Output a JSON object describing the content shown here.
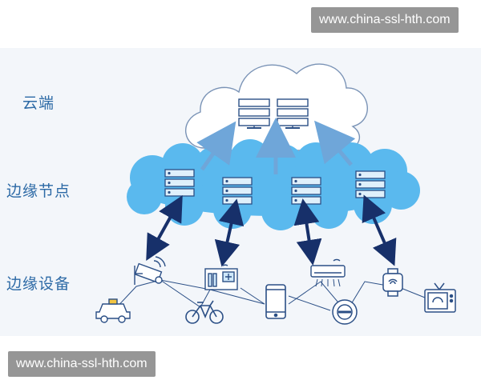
{
  "watermark": {
    "text": "www.china-ssl-hth.com"
  },
  "layers": [
    {
      "label": "云端"
    },
    {
      "label": "边缘节点"
    },
    {
      "label": "边缘设备"
    }
  ],
  "colors": {
    "cloud_top_stroke": "#7a93b6",
    "edge_cloud_fill": "#5ab9ee",
    "server_stroke": "#2b4f86",
    "arrow_up": "#6fa6d9",
    "arrow_dark": "#17306a",
    "device_stroke": "#2b4f86",
    "label_color": "#2d6aa6"
  },
  "icons": {
    "top_servers": "server-rack-icon",
    "edge_servers": "server-rack-icon",
    "devices": [
      "taxi-icon",
      "camera-icon",
      "bicycle-icon",
      "medical-building-icon",
      "smartphone-icon",
      "air-conditioner-icon",
      "robot-vacuum-icon",
      "smartwatch-icon",
      "television-icon"
    ]
  }
}
